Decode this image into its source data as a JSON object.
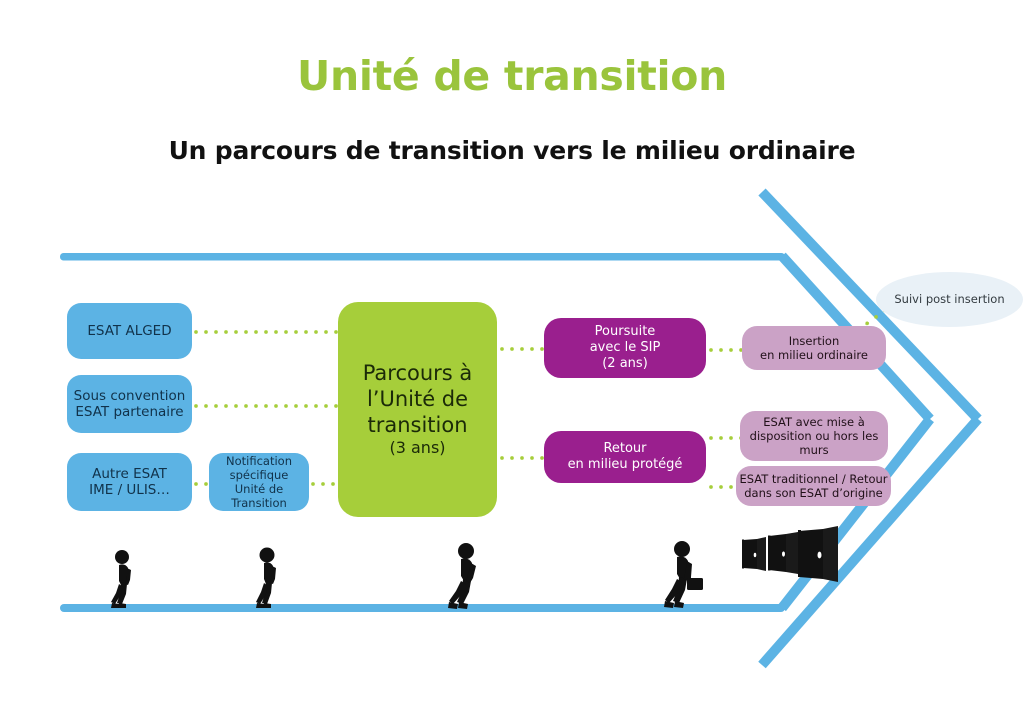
{
  "header": {
    "title": "Unité de transition",
    "subtitle": "Un parcours de transition vers le milieu ordinaire"
  },
  "colors": {
    "title_green": "#9ac43c",
    "accent_blue": "#5cb3e4",
    "green": "#a6ce3a",
    "purple": "#9a1f8e",
    "mauve": "#cba2c6",
    "ellipse": "#e9f1f7",
    "dots": "#a6ce3a",
    "figure_black": "#111111"
  },
  "entry_nodes": [
    {
      "id": "esat-alged",
      "label": "ESAT ALGED"
    },
    {
      "id": "sous-convention",
      "label": "Sous convention\nESAT partenaire"
    },
    {
      "id": "autre-esat",
      "label": "Autre ESAT\nIME / ULIS…"
    }
  ],
  "notification_node": {
    "id": "notification-specifique",
    "label": "Notification\nspécifique\nUnité de Transition"
  },
  "central_node": {
    "id": "parcours-unite-transition",
    "label": "Parcours à\nl’Unité de\ntransition",
    "duration": "(3 ans)"
  },
  "outcome_nodes": [
    {
      "id": "poursuite-sip",
      "label": "Poursuite\navec le SIP",
      "duration": "(2 ans)"
    },
    {
      "id": "retour-milieu-protege",
      "label": "Retour\nen milieu protégé",
      "duration": ""
    }
  ],
  "final_nodes": [
    {
      "id": "insertion-milieu-ordinaire",
      "label": "Insertion\nen milieu ordinaire"
    },
    {
      "id": "esat-mise-a-disposition",
      "label": "ESAT avec mise à\ndisposition ou hors les\nmurs"
    },
    {
      "id": "esat-traditionnel",
      "label": "ESAT traditionnel / Retour\ndans son ESAT d’origine"
    }
  ],
  "followup_node": {
    "id": "suivi-post-insertion",
    "label": "Suivi post insertion"
  },
  "illustrations": {
    "walking_people_count": 4,
    "doors_count": 3,
    "briefcase_on_last_person": true
  }
}
